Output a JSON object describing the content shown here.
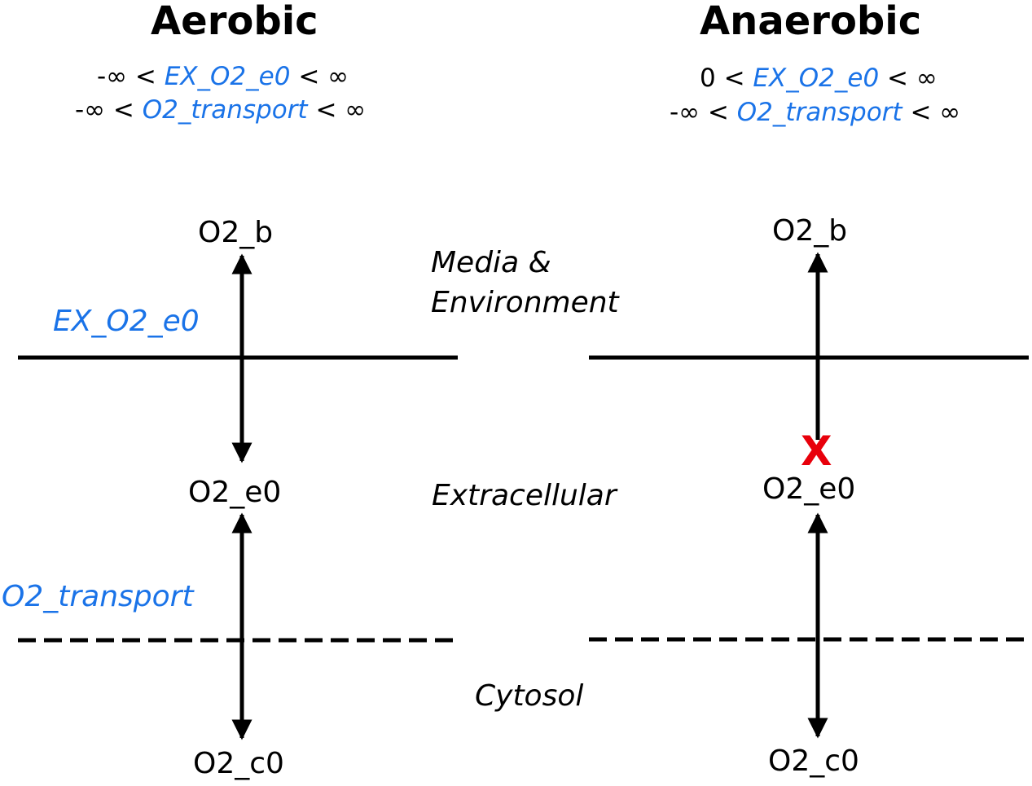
{
  "colors": {
    "reaction": "#1a73e8",
    "block": "#e8000b",
    "line": "#000000"
  },
  "aerobic": {
    "title": "Aerobic",
    "constraints": [
      {
        "lower": "-∞ <",
        "reaction": "EX_O2_e0",
        "upper": "< ∞"
      },
      {
        "lower": "-∞ <",
        "reaction": "O2_transport",
        "upper": "< ∞"
      }
    ],
    "nodes": {
      "top": "O2_b",
      "middle": "O2_e0",
      "bottom": "O2_c0"
    },
    "reaction_labels": {
      "exchange": "EX_O2_e0",
      "transport": "O2_transport"
    }
  },
  "anaerobic": {
    "title": "Anaerobic",
    "constraints": [
      {
        "lower": "0 <",
        "reaction": "EX_O2_e0",
        "upper": "< ∞"
      },
      {
        "lower": "-∞ <",
        "reaction": "O2_transport",
        "upper": "< ∞"
      }
    ],
    "nodes": {
      "top": "O2_b",
      "middle": "O2_e0",
      "bottom": "O2_c0"
    },
    "block_mark": "X"
  },
  "regions": {
    "media_line1": "Media &",
    "media_line2": "Environment",
    "extracellular": "Extracellular",
    "cytosol": "Cytosol"
  }
}
